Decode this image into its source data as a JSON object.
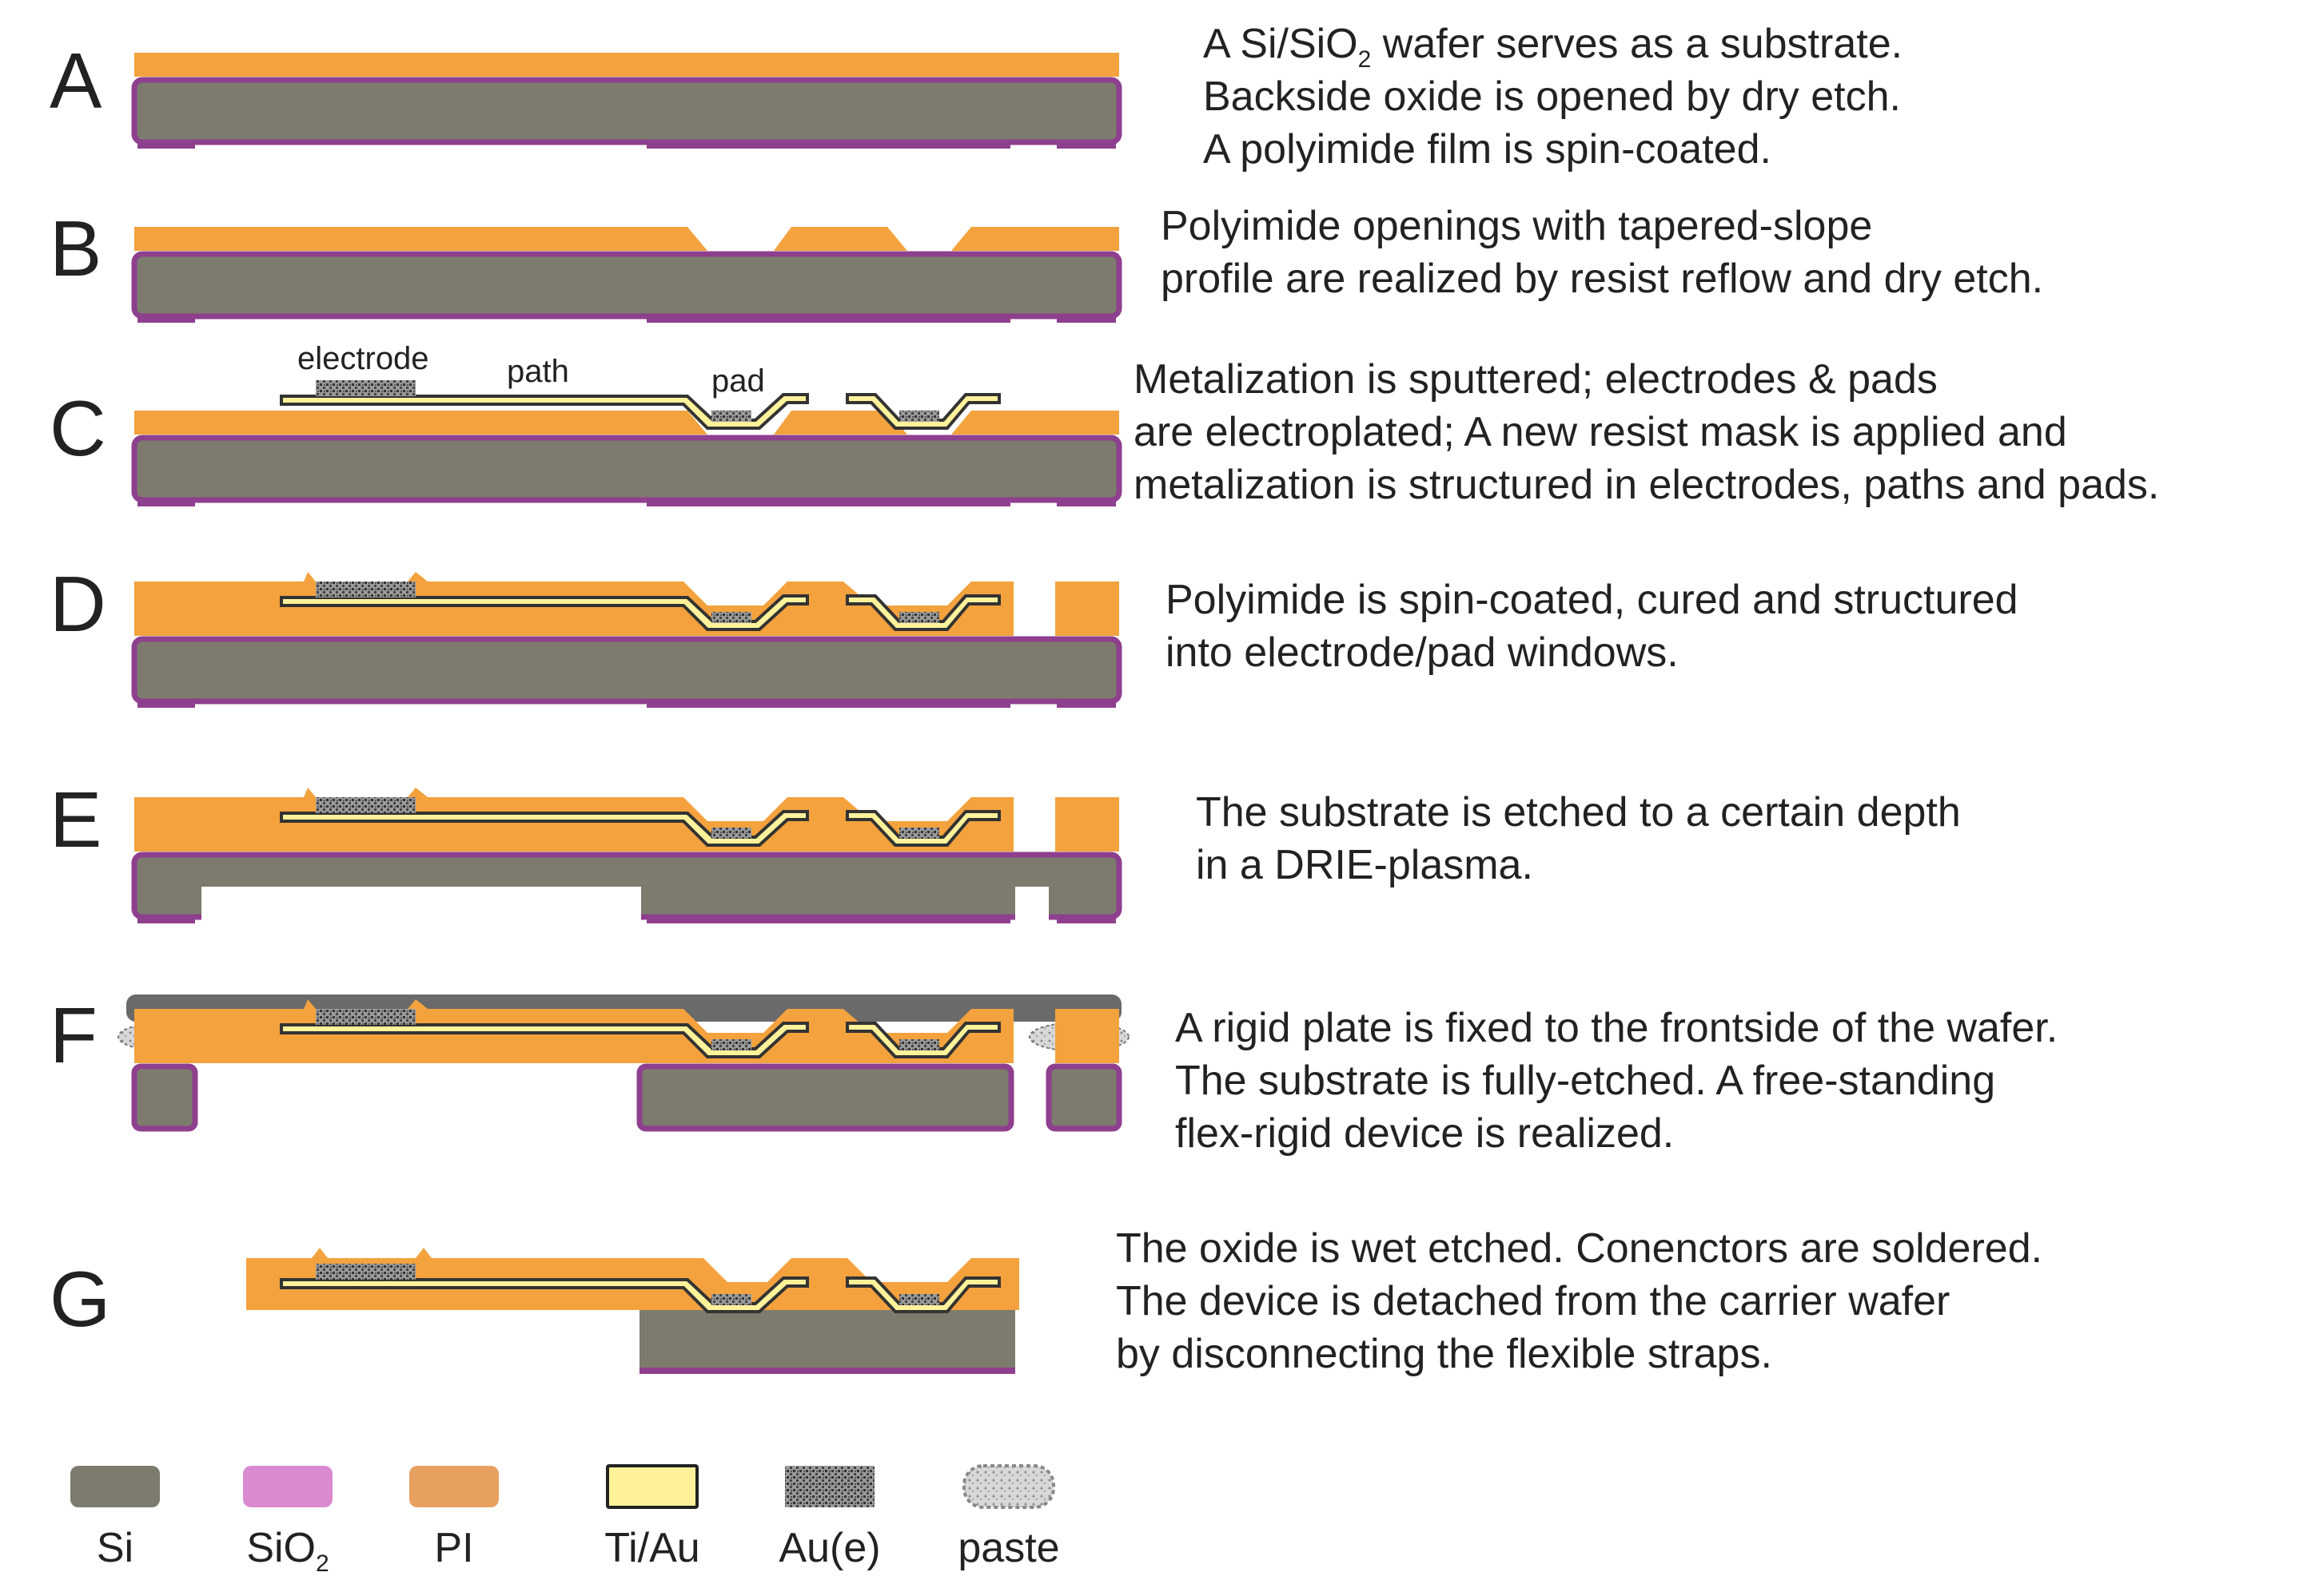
{
  "colors": {
    "si": "#7d7b6e",
    "sio2": "#8e3f8e",
    "sio2_swatch": "#d98ad0",
    "pi": "#f3a23e",
    "pi_swatch": "#e8a060",
    "tiau": "#fff29a",
    "tiau_stroke": "#333333",
    "aue": "#6e6e6e",
    "paste": "#c8c8c8",
    "plate": "#6a6a6a"
  },
  "steps": [
    {
      "letter": "A",
      "lines": [
        {
          "pre": "A Si/SiO",
          "sub": "2",
          "post": " wafer serves as a substrate."
        },
        {
          "pre": "Backside oxide is opened by dry etch."
        },
        {
          "pre": "A polyimide film is spin-coated."
        }
      ]
    },
    {
      "letter": "B",
      "lines": [
        {
          "pre": "Polyimide openings with tapered-slope"
        },
        {
          "pre": "profile are realized by resist reflow and dry etch."
        }
      ]
    },
    {
      "letter": "C",
      "lines": [
        {
          "pre": "Metalization is sputtered; electrodes & pads"
        },
        {
          "pre": "are electroplated; A new resist mask is applied and"
        },
        {
          "pre": "metalization is structured in electrodes, paths and pads."
        }
      ]
    },
    {
      "letter": "D",
      "lines": [
        {
          "pre": "Polyimide is spin-coated, cured and structured"
        },
        {
          "pre": "into electrode/pad windows."
        }
      ]
    },
    {
      "letter": "E",
      "lines": [
        {
          "pre": "The substrate is etched to a certain depth"
        },
        {
          "pre": "in a DRIE-plasma."
        }
      ]
    },
    {
      "letter": "F",
      "lines": [
        {
          "pre": "A rigid plate is fixed to the frontside of the wafer."
        },
        {
          "pre": "The substrate is fully-etched. A free-standing"
        },
        {
          "pre": "flex-rigid device is realized."
        }
      ]
    },
    {
      "letter": "G",
      "lines": [
        {
          "pre": "The oxide is wet etched. Conenctors are soldered."
        },
        {
          "pre": "The device is detached from the carrier wafer"
        },
        {
          "pre": "by disconnecting the flexible straps."
        }
      ]
    }
  ],
  "annotations": {
    "electrode": "electrode",
    "path": "path",
    "pad": "pad"
  },
  "legend": [
    {
      "key": "si",
      "label": "Si"
    },
    {
      "key": "sio2",
      "label": "SiO",
      "sub": "2"
    },
    {
      "key": "pi",
      "label": "PI"
    },
    {
      "key": "tiau",
      "label": "Ti/Au"
    },
    {
      "key": "aue",
      "label": "Au(e)"
    },
    {
      "key": "paste",
      "label": "paste"
    }
  ]
}
